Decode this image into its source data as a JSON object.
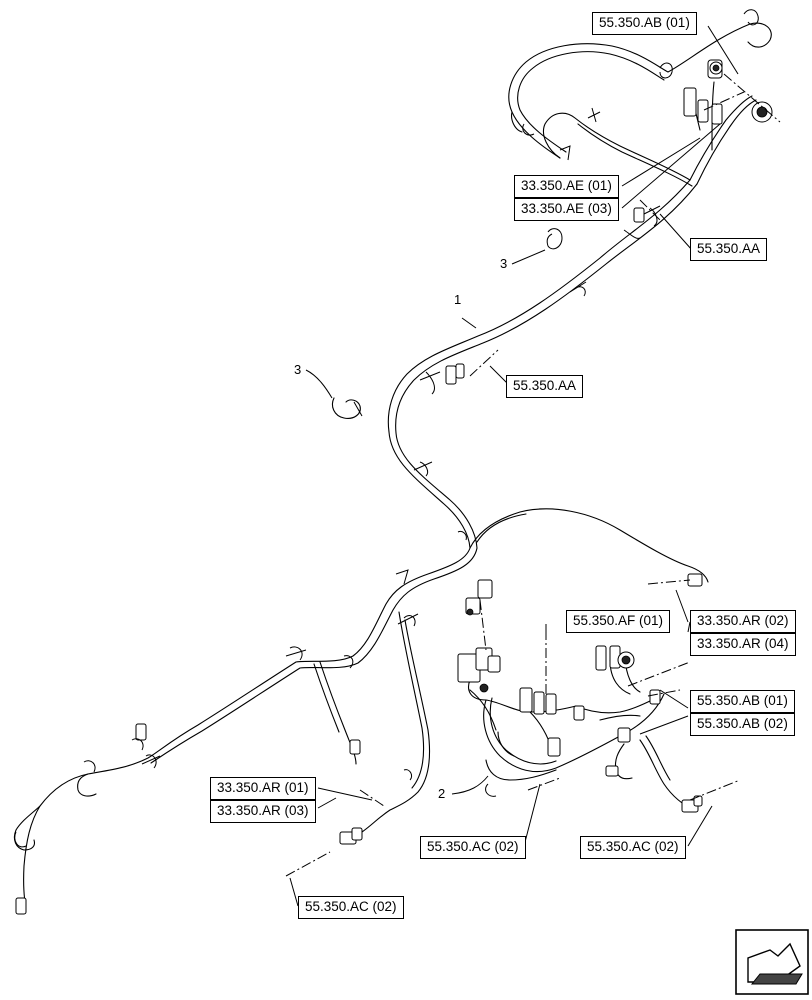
{
  "references": {
    "ab01_top": "55.350.AB (01)",
    "ae01": "33.350.AE (01)",
    "ae03": "33.350.AE (03)",
    "aa_upper": "55.350.AA",
    "aa_mid": "55.350.AA",
    "af01": "55.350.AF (01)",
    "ar02_right": "33.350.AR (02)",
    "ar04_right": "33.350.AR (04)",
    "ab01_right": "55.350.AB (01)",
    "ab02_right": "55.350.AB (02)",
    "ar01_left": "33.350.AR (01)",
    "ar03_left": "33.350.AR (03)",
    "ac02_center": "55.350.AC (02)",
    "ac02_right": "55.350.AC (02)",
    "ac02_bottom": "55.350.AC (02)"
  },
  "callouts": {
    "item1": "1",
    "item2": "2",
    "item3_upper": "3",
    "item3_lower": "3"
  },
  "icons": {
    "nav": "next-page-arrow-icon"
  },
  "colors": {
    "line": "#000000",
    "background": "#ffffff"
  }
}
